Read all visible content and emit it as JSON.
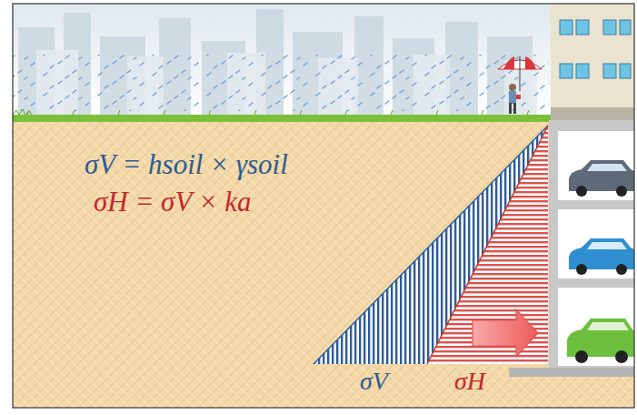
{
  "diagram": {
    "labels": [
      "σV = hsoil × γsoil",
      "σH = σV × ka",
      "σV",
      "σH"
    ]
  }
}
